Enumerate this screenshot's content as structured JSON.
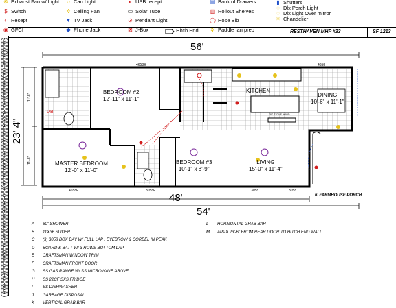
{
  "legend": {
    "col1": [
      {
        "icon": "exhaust-fan-icon",
        "label": "Exhaust Fan w/ Light",
        "symbol": "⊗"
      },
      {
        "icon": "switch-icon",
        "label": "Switch",
        "symbol": "$"
      },
      {
        "icon": "receptacle-icon",
        "label": "Recept",
        "symbol": "◐"
      },
      {
        "icon": "gfci-icon",
        "label": "GFCI",
        "symbol": "◉"
      }
    ],
    "col2": [
      {
        "icon": "can-light-icon",
        "label": "Can Light",
        "symbol": "○"
      },
      {
        "icon": "ceiling-fan-icon",
        "label": "Ceiling Fan",
        "symbol": "✲"
      },
      {
        "icon": "tv-jack-icon",
        "label": "TV Jack",
        "symbol": "▼"
      },
      {
        "icon": "phone-jack-icon",
        "label": "Phone Jack",
        "symbol": "◆"
      }
    ],
    "col3": [
      {
        "icon": "usb-receptacle-icon",
        "label": "USB recept",
        "symbol": "◐"
      },
      {
        "icon": "solar-tube-icon",
        "label": "Solar Tube",
        "symbol": "▭"
      },
      {
        "icon": "pendant-light-icon",
        "label": "Pendant Light",
        "symbol": "⊙"
      },
      {
        "icon": "j-box-icon",
        "label": "J-Box",
        "symbol": "⊠"
      }
    ],
    "hitch": {
      "icon": "hitch-end-icon",
      "label": "Hitch End"
    },
    "col4": [
      {
        "icon": "bank-of-drawers-icon",
        "label": "Bank of Drawers",
        "symbol": "▤"
      },
      {
        "icon": "rollout-shelves-icon",
        "label": "Rollout Shelves",
        "symbol": "▥"
      },
      {
        "icon": "hose-bib-icon",
        "label": "Hose Bib",
        "symbol": "◯"
      },
      {
        "icon": "paddle-fan-prep-icon",
        "label": "Paddle fan prep",
        "symbol": "✲"
      }
    ],
    "col5": [
      {
        "icon": "shutters-icon",
        "label": "Shutters",
        "symbol": "▮"
      },
      {
        "icon": "dlx-porch-light-icon",
        "label": "Dlx Porch Light",
        "symbol": "◌"
      },
      {
        "icon": "dlx-light-over-mirror-icon",
        "label": "Dlx Light Over mirror",
        "symbol": "◌"
      },
      {
        "icon": "chandelier-icon",
        "label": "Chandelier",
        "symbol": "✳"
      }
    ]
  },
  "titlebar": {
    "model": "RESTHAVEN MHP #33",
    "sqft": "SF 1213"
  },
  "colors": {
    "red": "#d21e1e",
    "yellow": "#e6c21c",
    "blue": "#2050c8",
    "purple": "#7a2a9a",
    "floor_tile": "#9a9a9a"
  },
  "ruler_letters": [
    "A",
    "B",
    "C",
    "D",
    "E",
    "F",
    "G",
    "H",
    "I",
    "J",
    "K",
    "L",
    "M",
    "N",
    "O",
    "P",
    "Q",
    "R",
    "S",
    "T",
    "U",
    "V",
    "W",
    "X",
    "Y",
    "Z",
    "A",
    "B",
    "C",
    "D",
    "E",
    "F",
    "G",
    "H",
    "I",
    "J",
    "K",
    "L",
    "M",
    "N",
    "O",
    "P",
    "Q",
    "R",
    "S",
    "T",
    "U",
    "V",
    "W",
    "X",
    "Y",
    "Z",
    "A",
    "B",
    "C",
    "D",
    "E",
    "F",
    "G",
    "H",
    "I",
    "J",
    "K",
    "L",
    "M",
    "N",
    "O",
    "P",
    "Q",
    "R",
    "S",
    "T",
    "U",
    "V",
    "W",
    "X",
    "Y",
    "Z"
  ],
  "dimensions": {
    "top": "56'",
    "left": "23' 4\"",
    "bottom1": "48'",
    "bottom2": "54'",
    "left_top": "11'-8\"",
    "left_bottom": "11'-8\""
  },
  "window_sizes": {
    "top_left": "4658E",
    "top_right": "4658",
    "bottom": [
      "4658E",
      "3058E",
      "3058",
      "3058"
    ]
  },
  "rooms": {
    "bedroom2": {
      "name": "BEDROOM #2",
      "size": "12'-11\" x 11'-1\""
    },
    "kitchen": {
      "name": "KITCHEN"
    },
    "dining": {
      "name": "DINING",
      "size": "10'-6\" x 11'-1\""
    },
    "master": {
      "name": "MASTER BEDROOM",
      "size": "12'-0\" x 11'-0\""
    },
    "bedroom3": {
      "name": "BEDROOM #3",
      "size": "10'-1\" x 8'-9\""
    },
    "living": {
      "name": "LIVING",
      "size": "15'-0\" x 11'-4\""
    },
    "porch": "6' FARMHOUSE PORCH"
  },
  "fixture_labels": {
    "db": "DB",
    "stove_hood": "30\" STOVE HOOD"
  },
  "notes_left": [
    {
      "key": "A",
      "text": "60\" SHOWER"
    },
    {
      "key": "B",
      "text": "11X36 SLIDER"
    },
    {
      "key": "C",
      "text": "(3) 3058 BOX BAY W/ FULL LAP , EYEBROW & CORBEL IN PEAK"
    },
    {
      "key": "D",
      "text": "BOARD & BATT W/ 3 ROWS BOTTOM LAP"
    },
    {
      "key": "E",
      "text": "CRAFTSMAN WINDOW TRIM"
    },
    {
      "key": "F",
      "text": "CRAFTSMAN FRONT DOOR"
    },
    {
      "key": "G",
      "text": "SS GAS RANGE W/ SS MICROWAVE ABOVE"
    },
    {
      "key": "H",
      "text": "SS 22CF SXS FRIDGE"
    },
    {
      "key": "I",
      "text": "SS DISHWASHER"
    },
    {
      "key": "J",
      "text": "GARBAGE DISPOSAL"
    },
    {
      "key": "K",
      "text": "VERTICAL GRAB BAR"
    }
  ],
  "notes_right": [
    {
      "key": "L",
      "text": "HORIZONTAL GRAB BAR"
    },
    {
      "key": "M",
      "text": "APPX 23'-6\" FROM REAR DOOR TO HITCH END WALL"
    }
  ]
}
